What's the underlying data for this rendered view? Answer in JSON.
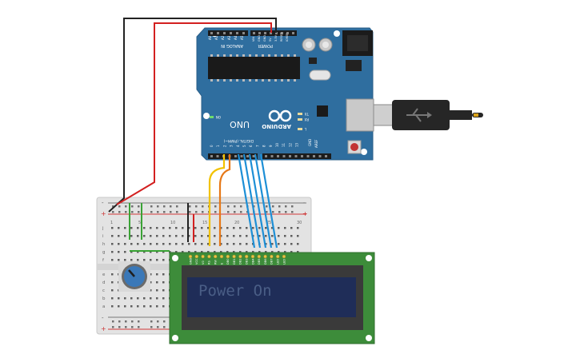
{
  "arduino": {
    "power_label": "POWER",
    "analog_label": "ANALOG IN",
    "digital_label": "DIGITAL (PWM~)",
    "brand": "ARDUINO",
    "model": "UNO",
    "on_label": "ON",
    "tx_label": "TX",
    "rx_label": "RX",
    "l_label": "L",
    "aref": "AREF",
    "gnd": "GND",
    "analog_pins": [
      "A0",
      "A1",
      "A2",
      "A3",
      "A4",
      "A5"
    ],
    "power_pins": [
      "VIN",
      "GND",
      "GND",
      "5V",
      "3.3V",
      "RESET",
      "IOREF"
    ],
    "digital_pins": [
      "0",
      "1",
      "2",
      "3",
      "4",
      "5",
      "6",
      "7",
      "8",
      "9",
      "10",
      "11",
      "12",
      "13"
    ]
  },
  "breadboard": {
    "plus_label": "+",
    "minus_label": "-",
    "row_letters_top": [
      "j",
      "i",
      "h",
      "g",
      "f"
    ],
    "row_letters_bottom": [
      "e",
      "d",
      "c",
      "b",
      "a"
    ],
    "column_numbers": [
      "1",
      "5",
      "10",
      "15",
      "20",
      "25",
      "30"
    ]
  },
  "lcd": {
    "display_text": "Power On",
    "pin_labels": [
      "GND",
      "VCC",
      "V0",
      "RS",
      "RW",
      "E",
      "DB0",
      "DB1",
      "DB2",
      "DB3",
      "DB4",
      "DB5",
      "DB6",
      "DB7",
      "LED",
      "LED"
    ]
  },
  "colors": {
    "board": "#2f6e9f",
    "lcd_pcb": "#3d8c3a",
    "lcd_screen": "#1f2d58",
    "lcd_text": "#4a5e86",
    "wire_black": "#222222",
    "wire_red": "#d32020",
    "wire_yellow": "#f2c200",
    "wire_orange": "#e67817",
    "wire_blue": "#1d8fd6",
    "wire_green": "#3aa335",
    "pot": "#3a78b8"
  }
}
